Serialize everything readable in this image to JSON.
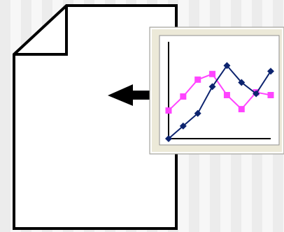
{
  "icons": {
    "document": "document-icon",
    "arrow": "left-arrow-icon",
    "chart_thumbnail": "line-chart-thumbnail"
  },
  "colors": {
    "background_light": "#f7f7f7",
    "background_dark": "#ececec",
    "document_fill": "#ffffff",
    "document_stroke": "#000000",
    "thumbnail_frame": "#ece9d8",
    "thumbnail_border": "#8f8f8f",
    "series_magenta": "#ff44ff",
    "series_navy": "#0d246f",
    "axis": "#000000"
  },
  "chart_data": {
    "type": "line",
    "x": [
      0,
      1,
      2,
      3,
      4,
      5,
      6,
      7
    ],
    "series": [
      {
        "values": [
          2.0,
          3.0,
          4.2,
          4.6,
          3.1,
          2.1,
          3.3,
          3.1
        ]
      },
      {
        "values": [
          0.0,
          0.9,
          1.8,
          3.7,
          5.2,
          4.0,
          3.2,
          4.8
        ]
      }
    ],
    "xlim": [
      0,
      7
    ],
    "ylim": [
      0,
      6
    ],
    "grid": false
  }
}
